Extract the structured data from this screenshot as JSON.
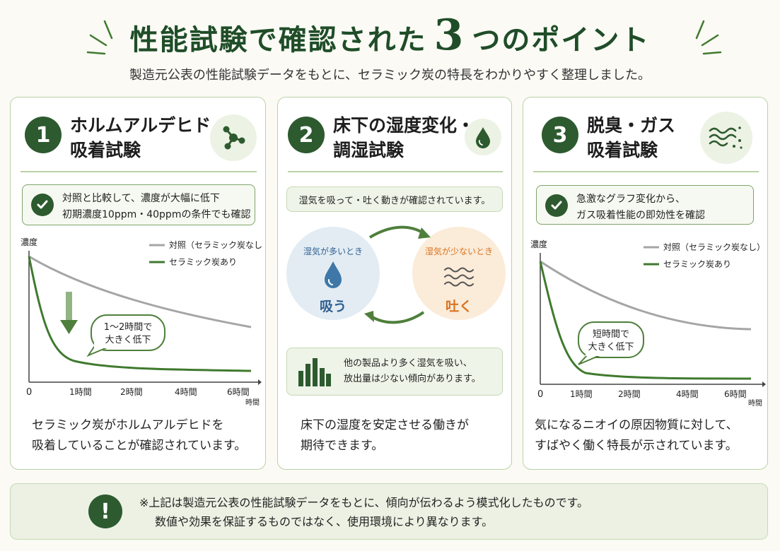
{
  "header": {
    "title_before": "性能試験で確認された",
    "title_number": "3",
    "title_after": "つのポイント",
    "subtitle": "製造元公表の性能試験データをもとに、セラミック炭の特長をわかりやすく整理しました。"
  },
  "cards": [
    {
      "number": "1",
      "title_line1": "ホルムアルデヒド",
      "title_line2": "吸着試験",
      "icon": "molecule-icon",
      "note_line1": "対照と比較して、濃度が大幅に低下",
      "note_line2": "初期濃度10ppm・40ppmの条件でも確認",
      "bubble_line1": "1〜2時間で",
      "bubble_line2": "大きく低下",
      "foot_line1": "セラミック炭がホルムアルデヒドを",
      "foot_line2": "吸着していることが確認されています。"
    },
    {
      "number": "2",
      "title_line1": "床下の湿度変化・",
      "title_line2": "調湿試験",
      "icon": "water-drop-icon",
      "note": "湿気を吸って・吐く動きが確認されています。",
      "absorb_label": "湿気が多いとき",
      "absorb_action": "吸う",
      "release_label": "湿気が少ないとき",
      "release_action": "吐く",
      "compare_line1": "他の製品より多く湿気を吸い、",
      "compare_line2": "放出量は少ない傾向があります。",
      "foot_line1": "床下の湿度を安定させる働きが",
      "foot_line2": "期待できます。"
    },
    {
      "number": "3",
      "title_line1": "脱臭・ガス",
      "title_line2": "吸着試験",
      "icon": "odor-waves-icon",
      "note_line1": "急激なグラフ変化から、",
      "note_line2": "ガス吸着性能の即効性を確認",
      "bubble_line1": "短時間で",
      "bubble_line2": "大きく低下",
      "foot_line1": "気になるニオイの原因物質に対して、",
      "foot_line2": "すばやく働く特長が示されています。"
    }
  ],
  "chart_data": [
    {
      "type": "line",
      "ylabel": "濃度",
      "xlabel": "時間",
      "x_ticks": [
        "0",
        "1時間",
        "2時間",
        "4時間",
        "6時間"
      ],
      "series": [
        {
          "name": "対照（セラミック炭なし）",
          "color": "#a5a5a5"
        },
        {
          "name": "セラミック炭あり",
          "color": "#3f7a2e"
        }
      ]
    },
    {
      "type": "line",
      "ylabel": "濃度",
      "xlabel": "時間",
      "x_ticks": [
        "0",
        "1時間",
        "2時間",
        "4時間",
        "6時間"
      ],
      "series": [
        {
          "name": "対照（セラミック炭なし）",
          "color": "#a5a5a5"
        },
        {
          "name": "セラミック炭あり",
          "color": "#3f7a2e"
        }
      ]
    }
  ],
  "footer": {
    "icon": "exclamation-icon",
    "line1": "※上記は製造元公表の性能試験データをもとに、傾向が伝わるよう模式化したものです。",
    "line2": "数値や効果を保証するものではなく、使用環境により異なります。"
  },
  "colors": {
    "accent_dark_green": "#2d5a2f",
    "line_green": "#3f7a2e",
    "line_gray": "#a5a5a5",
    "absorb_blue": "#2f5f8f",
    "release_orange": "#d9731f"
  }
}
